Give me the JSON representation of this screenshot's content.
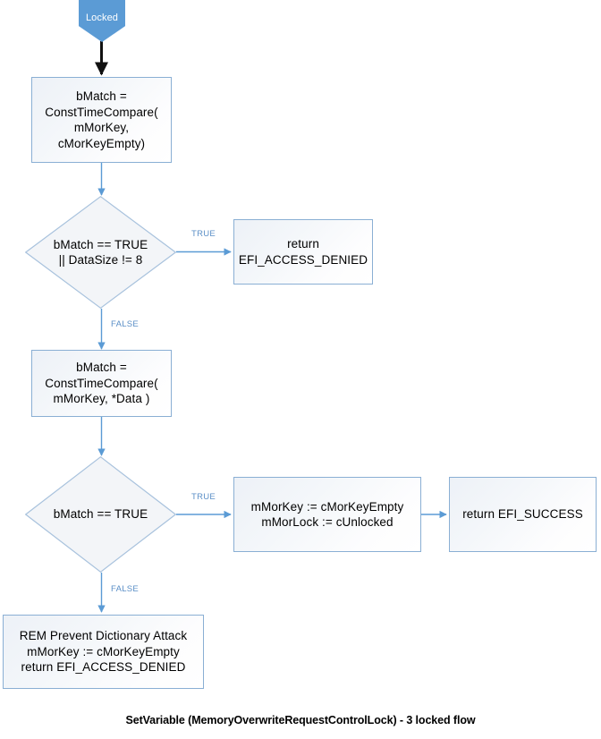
{
  "diagram": {
    "caption": "SetVariable (MemoryOverwriteRequestControlLock) - 3 locked flow",
    "colors": {
      "start_fill": "#5B9BD5",
      "box_border": "#8AAFD4",
      "box_fill": "#F2F5F9",
      "connector": "#5B9BD5",
      "first_connector": "#000000",
      "label_text": "#5B8FC7"
    },
    "start": {
      "label": "Locked"
    },
    "nodes": {
      "compare_empty": {
        "lines": [
          "bMatch =",
          "ConstTimeCompare(",
          "mMorKey,",
          "cMorKeyEmpty)"
        ]
      },
      "decision_match_or_size": {
        "lines": [
          "bMatch == TRUE",
          "|| DataSize != 8"
        ]
      },
      "return_denied_top": {
        "lines": [
          "return",
          "EFI_ACCESS_DENIED"
        ]
      },
      "compare_data": {
        "lines": [
          "bMatch =",
          "ConstTimeCompare(",
          "mMorKey, *Data )"
        ]
      },
      "decision_match": {
        "lines": [
          "bMatch == TRUE"
        ]
      },
      "unlock_actions": {
        "lines": [
          "mMorKey := cMorKeyEmpty",
          "mMorLock := cUnlocked"
        ]
      },
      "return_success": {
        "lines": [
          "return EFI_SUCCESS"
        ]
      },
      "prevent_dictionary_attack": {
        "lines": [
          "REM Prevent Dictionary Attack",
          "mMorKey := cMorKeyEmpty",
          "return EFI_ACCESS_DENIED"
        ]
      }
    },
    "edges": {
      "d1_true": "TRUE",
      "d1_false": "FALSE",
      "d2_true": "TRUE",
      "d2_false": "FALSE"
    }
  }
}
